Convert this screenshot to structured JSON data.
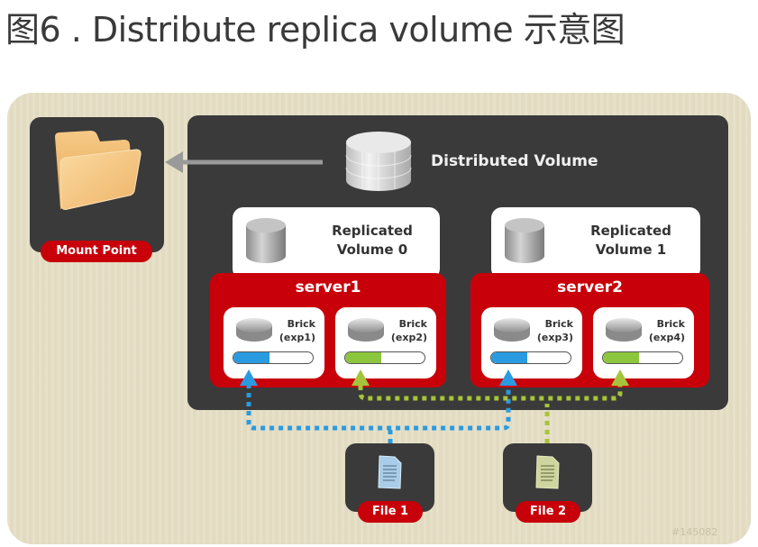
{
  "title": "图6 . Distribute replica volume 示意图",
  "colors": {
    "panel_bg": "#e6dfc6",
    "box_dark": "#3a3a3a",
    "server_red": "#c8000a",
    "replica1_blue": "#2a9be0",
    "replica2_green": "#a6c43a",
    "arrow_gray": "#9a9a9a"
  },
  "mount_point": {
    "label": "Mount Point",
    "icon": "folder-icon"
  },
  "distributed_volume": {
    "label": "Distributed Volume",
    "icon": "database-icon"
  },
  "replicated_volumes": [
    {
      "label_line1": "Replicated",
      "label_line2": "Volume 0",
      "icon": "database-icon"
    },
    {
      "label_line1": "Replicated",
      "label_line2": "Volume 1",
      "icon": "database-icon"
    }
  ],
  "servers": [
    {
      "name": "server1",
      "bricks": [
        {
          "label": "Brick",
          "sub": "(exp1)",
          "fill_color": "blue",
          "fill_fraction": 0.45
        },
        {
          "label": "Brick",
          "sub": "(exp2)",
          "fill_color": "green",
          "fill_fraction": 0.45
        }
      ]
    },
    {
      "name": "server2",
      "bricks": [
        {
          "label": "Brick",
          "sub": "(exp3)",
          "fill_color": "blue",
          "fill_fraction": 0.45
        },
        {
          "label": "Brick",
          "sub": "(exp4)",
          "fill_color": "green",
          "fill_fraction": 0.45
        }
      ]
    }
  ],
  "files": [
    {
      "label": "File 1",
      "icon": "file-icon",
      "color": "blue",
      "targets": [
        "exp1",
        "exp3"
      ]
    },
    {
      "label": "File 2",
      "icon": "file-icon",
      "color": "green",
      "targets": [
        "exp2",
        "exp4"
      ]
    }
  ],
  "watermark": "#145082"
}
